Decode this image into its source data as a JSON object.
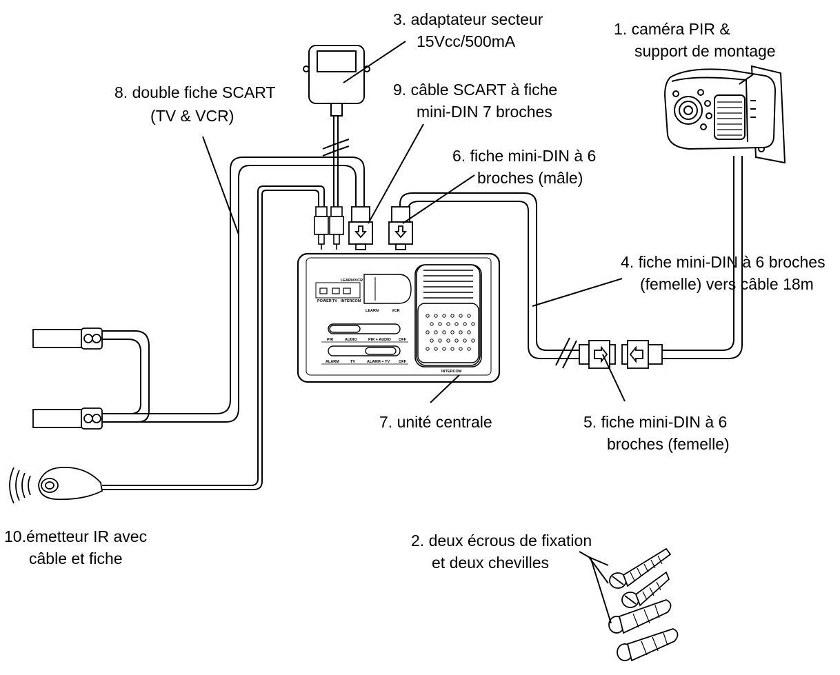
{
  "labels": {
    "l1": [
      "1.  caméra PIR &",
      "support de montage"
    ],
    "l2": [
      "2.  deux écrous de fixation",
      "et deux chevilles"
    ],
    "l3": [
      "3.  adaptateur secteur",
      "15Vcc/500mA"
    ],
    "l4": [
      "4.  fiche mini-DIN à 6 broches",
      "(femelle) vers câble 18m"
    ],
    "l5": [
      "5.  fiche mini-DIN à 6",
      "broches (femelle)"
    ],
    "l6": [
      "6.  fiche mini-DIN à 6",
      "broches (mâle)"
    ],
    "l7": [
      "7.  unité centrale"
    ],
    "l8": [
      "8.  double fiche SCART",
      "(TV & VCR)"
    ],
    "l9": [
      "9.  câble SCART à fiche",
      "mini-DIN 7 broches"
    ],
    "l10": [
      "10.émetteur IR avec",
      "câble et fiche"
    ]
  },
  "panel": {
    "led_labels": [
      "POWER",
      "TV",
      "INTERCOM"
    ],
    "learn_vcr": "LEARN/VCR",
    "learn": "LEARN",
    "vcr": "VCR",
    "intercom": "INTERCOM",
    "row1": [
      "PIR",
      "AUDIO",
      "PIR + AUDIO",
      "OFF"
    ],
    "row2": [
      "ALARM",
      "TV",
      "ALARM + TV",
      "OFF"
    ]
  }
}
